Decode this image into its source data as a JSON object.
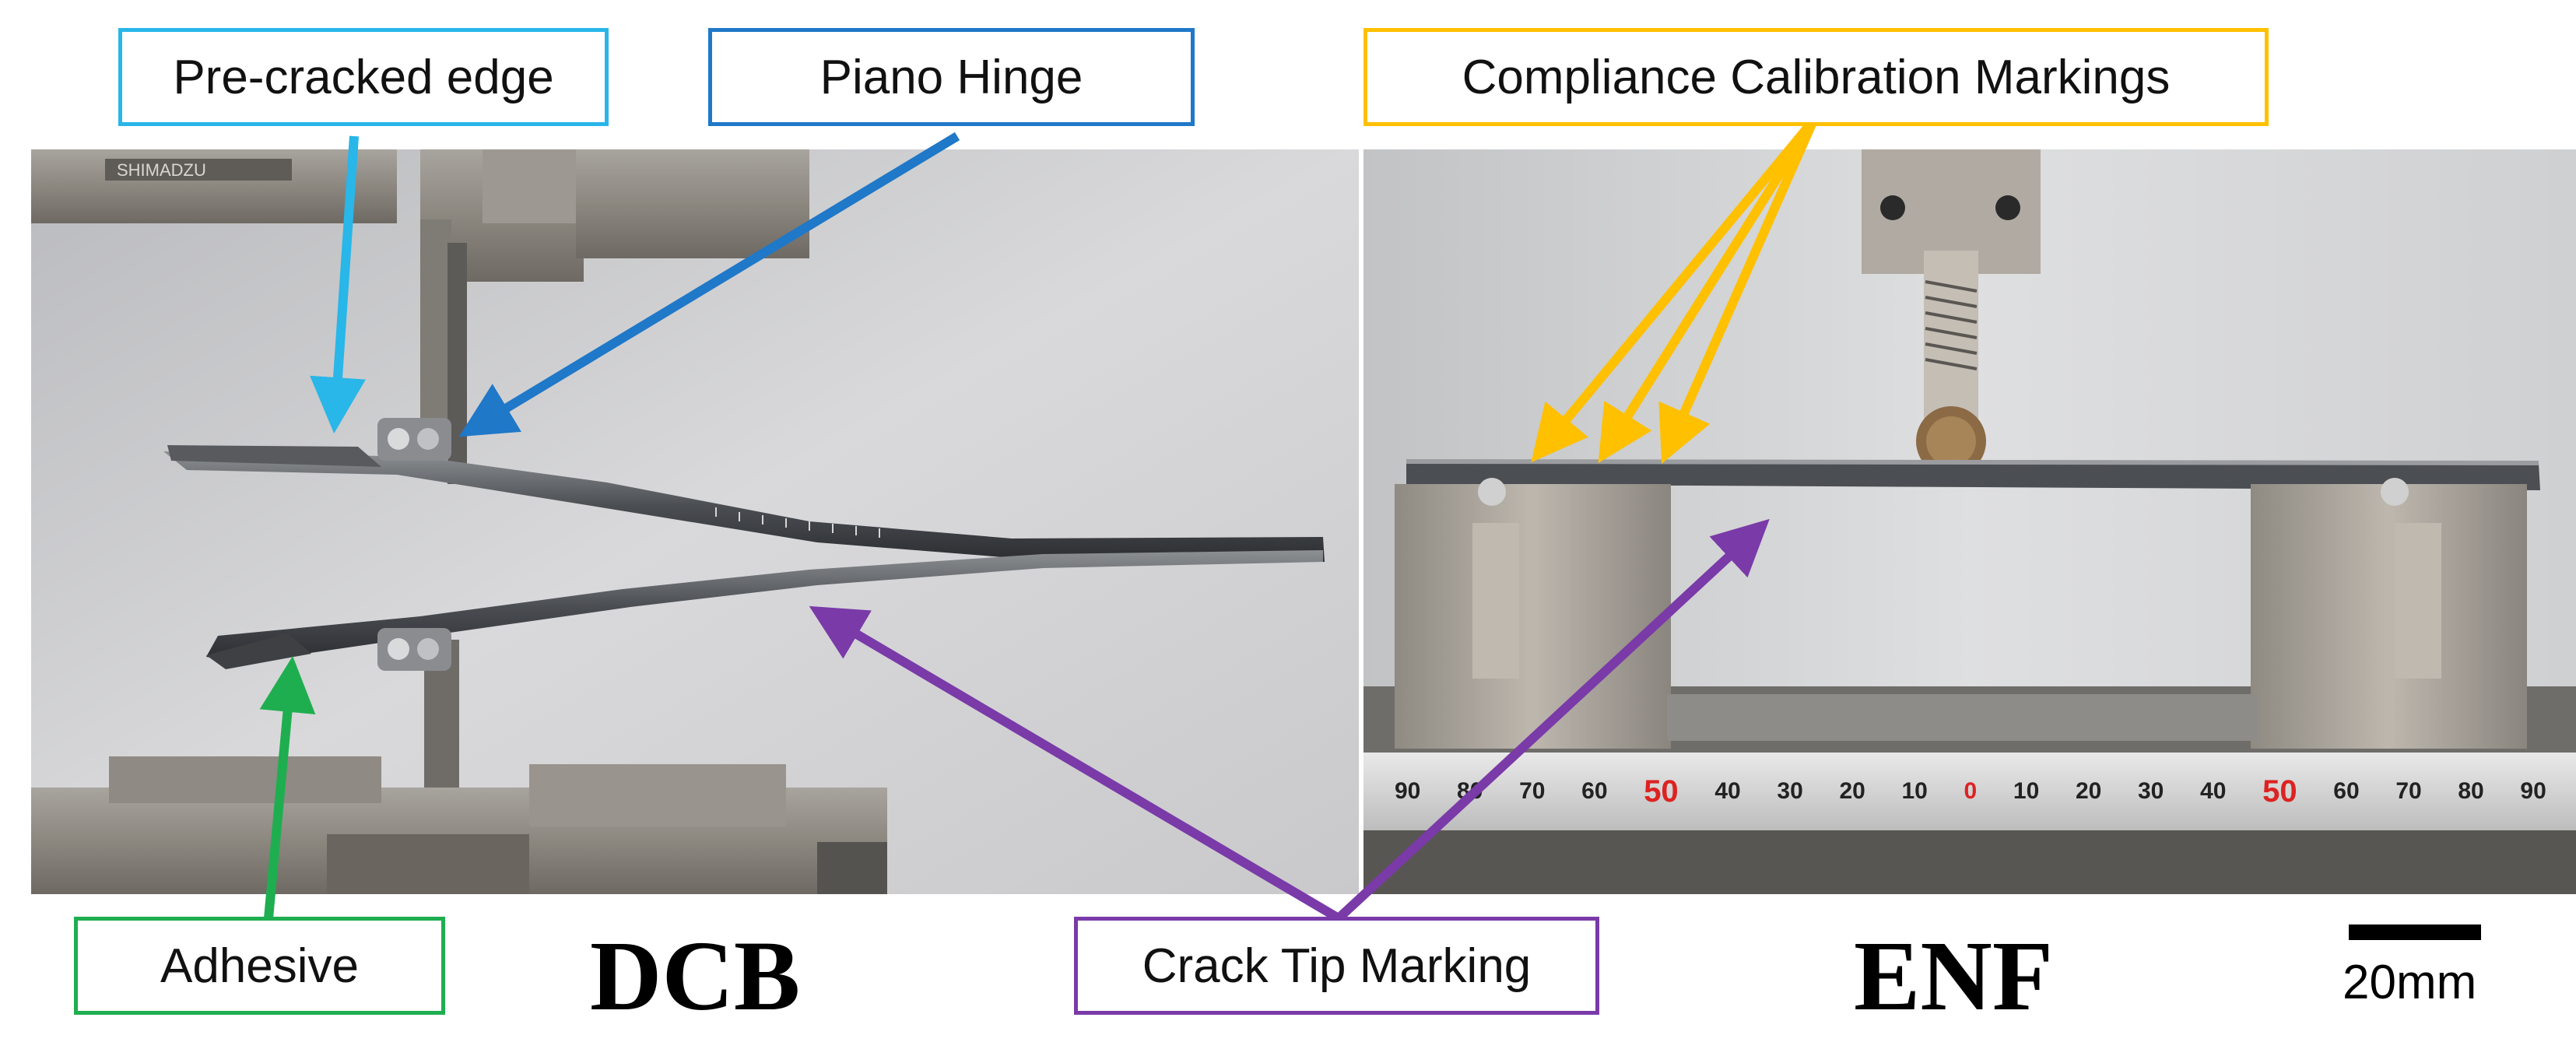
{
  "panels": {
    "left": {
      "title": "DCB"
    },
    "right": {
      "title": "ENF"
    }
  },
  "labels": {
    "pre_cracked_edge": {
      "text": "Pre-cracked edge",
      "color": "#29b6e8"
    },
    "piano_hinge": {
      "text": "Piano Hinge",
      "color": "#1f78c8"
    },
    "compliance_markings": {
      "text": "Compliance Calibration Markings",
      "color": "#ffc000"
    },
    "adhesive": {
      "text": "Adhesive",
      "color": "#1fae4f"
    },
    "crack_tip_marking": {
      "text": "Crack Tip Marking",
      "color": "#7a3aa8"
    }
  },
  "scale_bar": {
    "label": "20mm"
  },
  "ruler": {
    "ticks": [
      "90",
      "80",
      "70",
      "60",
      "50",
      "40",
      "30",
      "20",
      "10",
      "0",
      "10",
      "20",
      "30",
      "40",
      "50",
      "60",
      "70",
      "80",
      "90"
    ],
    "red_ticks": [
      "50",
      "0"
    ]
  },
  "machine_plate": {
    "text": "SHIMADZU"
  }
}
